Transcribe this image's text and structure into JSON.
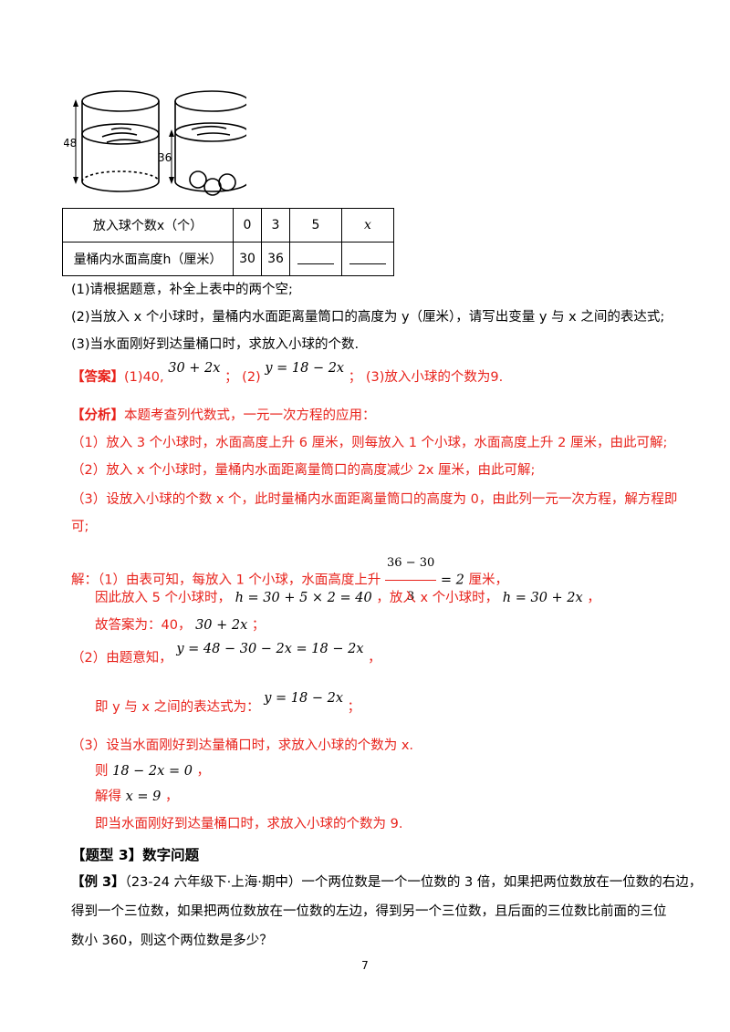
{
  "figure": {
    "label_left": "48",
    "label_right": "36"
  },
  "table": {
    "row1": {
      "header": "放入球个数x（个）",
      "c1": "0",
      "c2": "3",
      "c3": "5",
      "c4": "x"
    },
    "row2": {
      "header": "量桶内水面高度h（厘米）",
      "c1": "30",
      "c2": "36"
    }
  },
  "questions": {
    "q1": "(1)请根据题意，补全上表中的两个空;",
    "q2": "(2)当放入 x 个小球时，量桶内水面距离量筒口的高度为 y（厘米），请写出变量 y 与 x 之间的表达式;",
    "q3": "(3)当水面刚好到达量桶口时，求放入小球的个数."
  },
  "answer": {
    "tag": "【答案】",
    "p1": "(1)40,",
    "e1": "30 + 2x",
    "s1": "；",
    "p2": "(2)",
    "e2": "y = 18 − 2x",
    "s2": "；",
    "p3": "(3)放入小球的个数为9."
  },
  "analysis": {
    "tag": "【分析】",
    "intro": "本题考查列代数式，一元一次方程的应用：",
    "l1": "（1）放入 3 个小球时，水面高度上升 6 厘米，则每放入 1 个小球，水面高度上升 2 厘米，由此可解;",
    "l2": "（2）放入 x 个小球时，量桶内水面距离量筒口的高度减少 2x 厘米，由此可解;",
    "l3a": "（3）设放入小球的个数 x 个，此时量桶内水面距离量筒口的高度为 0，由此列一元一次方程，解方程即",
    "l3b": "可;"
  },
  "solution": {
    "s1_prefix": "解：（1）由表可知，每放入 1 个小球，水面高度上升",
    "frac_num": "36 − 30",
    "frac_den": "3",
    "s1_eq": "= 2",
    "s1_suffix": "厘米，",
    "s2_prefix": "因此放入 5 个小球时，",
    "s2_eq": "h = 30 + 5 × 2 = 40",
    "s2_mid": "，放入 x 个小球时，",
    "s2_eq2": "h = 30 + 2x",
    "s2_end": "，",
    "s3_prefix": "故答案为：40，",
    "s3_eq": "30 + 2x",
    "s3_end": "；",
    "s4_prefix": "（2）由题意知，",
    "s4_eq": "y = 48 − 30 − 2x = 18 − 2x",
    "s4_end": "，",
    "s5_prefix": "即 y 与 x 之间的表达式为：",
    "s5_eq": "y = 18 − 2x",
    "s5_end": "；",
    "s6": "（3）设当水面刚好到达量桶口时，求放入小球的个数为 x.",
    "s7_prefix": "则",
    "s7_eq": "18 − 2x = 0",
    "s7_end": "，",
    "s8_prefix": "解得",
    "s8_eq": "x = 9",
    "s8_end": "，",
    "s9": "即当水面刚好到达量桶口时，求放入小球的个数为 9."
  },
  "section": {
    "heading": "【题型 3】数字问题",
    "ex_tag": "【例 3】",
    "ex_l1": "（23-24 六年级下·上海·期中）一个两位数是一个一位数的 3 倍，如果把两位数放在一位数的右边，",
    "ex_l2": "得到一个三位数，如果把两位数放在一位数的左边，得到另一个三位数，且后面的三位数比前面的三位",
    "ex_l3": "数小 360，则这个两位数是多少？"
  },
  "page_number": "7"
}
